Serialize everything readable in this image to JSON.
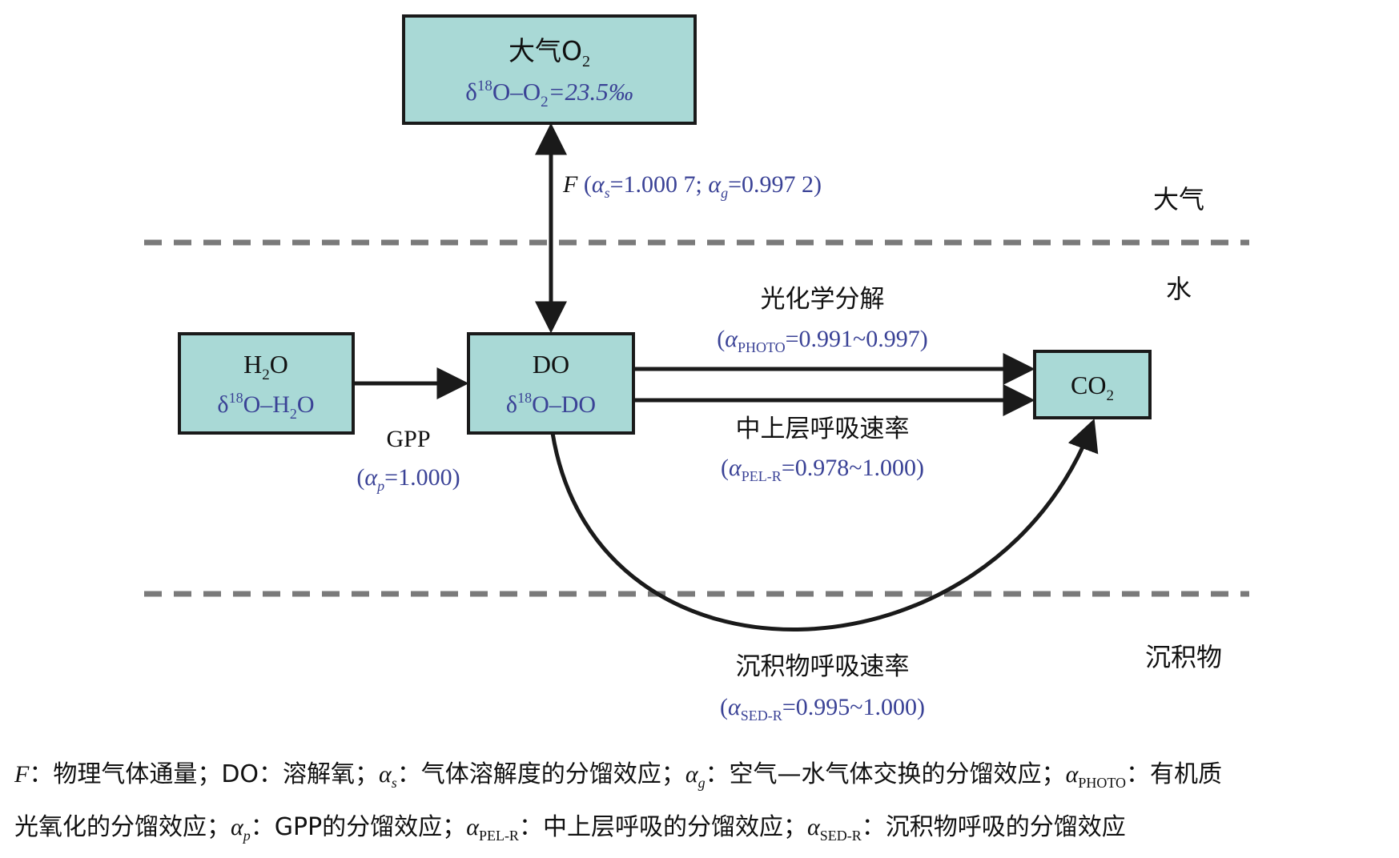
{
  "layers": {
    "atmosphere": "大气",
    "water": "水",
    "sediment": "沉积物"
  },
  "boxes": {
    "atm_o2": {
      "title_main": "大气O",
      "title_sub": "2",
      "value_pre": "δ",
      "value_sup": "18",
      "value_mid": "O–O",
      "value_sub": "2",
      "value_post": "=23.5‰"
    },
    "h2o": {
      "title_a": "H",
      "title_sub": "2",
      "title_b": "O",
      "value_pre": "δ",
      "value_sup": "18",
      "value_mid": "O–H",
      "value_sub": "2",
      "value_post": "O"
    },
    "do": {
      "title": "DO",
      "value_pre": "δ",
      "value_sup": "18",
      "value_post": "O–DO"
    },
    "co2": {
      "title": "CO",
      "title_sub": "2"
    }
  },
  "flows": {
    "flux": {
      "f": "F",
      "open": " (",
      "a1": "α",
      "a1_sub": "s",
      "a1_val": "=1.000 7; ",
      "a2": "α",
      "a2_sub": "g",
      "a2_val": "=0.997 2)"
    },
    "gpp": {
      "name": "GPP",
      "open": "(",
      "alpha": "α",
      "sub": "p",
      "val": "=1.000)"
    },
    "photo": {
      "name": "光化学分解",
      "open": "(",
      "alpha": "α",
      "sub": "PHOTO",
      "val": "=0.991~0.997)"
    },
    "pel": {
      "name": "中上层呼吸速率",
      "open": "(",
      "alpha": "α",
      "sub": "PEL-R",
      "val": "=0.978~1.000)"
    },
    "sed": {
      "name": "沉积物呼吸速率",
      "open": "(",
      "alpha": "α",
      "sub": "SED-R",
      "val": "=0.995~1.000)"
    }
  },
  "legend": {
    "line1": [
      {
        "sym": "F",
        "sub": "",
        "text": "：物理气体通量；"
      },
      {
        "sym": "",
        "sub": "",
        "text": "DO：溶解氧；"
      },
      {
        "sym": "α",
        "sub": "s",
        "text": "：气体溶解度的分馏效应；"
      },
      {
        "sym": "α",
        "sub": "g",
        "text": "：空气—水气体交换的分馏效应；"
      },
      {
        "sym": "α",
        "sub": "PHOTO",
        "text": "：有机质"
      }
    ],
    "line2": [
      {
        "sym": "",
        "sub": "",
        "text": "光氧化的分馏效应；"
      },
      {
        "sym": "α",
        "sub": "p",
        "text": "：GPP的分馏效应；"
      },
      {
        "sym": "α",
        "sub": "PEL-R",
        "text": "：中上层呼吸的分馏效应；"
      },
      {
        "sym": "α",
        "sub": "SED-R",
        "text": "：沉积物呼吸的分馏效应"
      }
    ]
  },
  "colors": {
    "box_fill": "#a9d9d6",
    "value_text": "#3a4296",
    "dash": "#7a7a7a"
  }
}
